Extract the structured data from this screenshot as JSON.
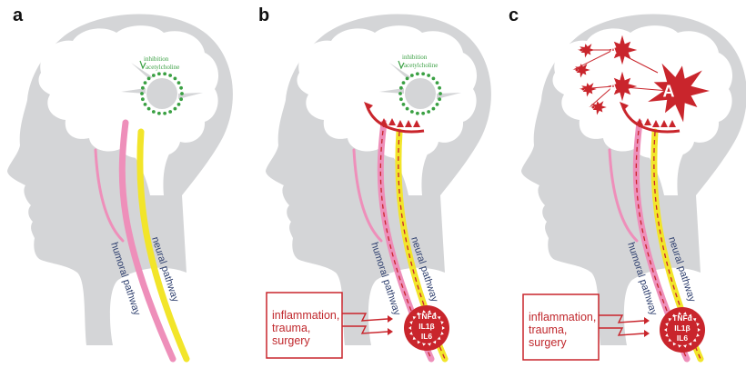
{
  "figure": {
    "panels": [
      {
        "id": "a",
        "label": "a",
        "ach_labels": [
          "inhibition",
          "acetylcholine"
        ],
        "humoral_label": "humoral pathway",
        "neural_label": "neural pathway",
        "has_cytokines": false,
        "has_activation": false
      },
      {
        "id": "b",
        "label": "b",
        "ach_labels": [
          "inhibition",
          "acetylcholine"
        ],
        "humoral_label": "humoral pathway",
        "neural_label": "neural pathway",
        "has_cytokines": true,
        "has_activation": false,
        "trigger_lines": [
          "inflammation,",
          "trauma,",
          "surgery"
        ],
        "cytokines": [
          "TNFα",
          "IL1β",
          "IL6"
        ]
      },
      {
        "id": "c",
        "label": "c",
        "humoral_label": "humoral pathway",
        "neural_label": "neural pathway",
        "has_cytokines": true,
        "has_activation": true,
        "trigger_lines": [
          "inflammation,",
          "trauma,",
          "surgery"
        ],
        "cytokines": [
          "TNFα",
          "IL1β",
          "IL6"
        ],
        "activated_cell_label": "A"
      }
    ],
    "colors": {
      "head": "#d4d5d7",
      "brain": "#ffffff",
      "humoral": "#ee8fba",
      "neural": "#f2e52a",
      "acetylcholine": "#3aa043",
      "inflammation": "#c9252c",
      "pathway_text": "#2e3f6e"
    }
  }
}
